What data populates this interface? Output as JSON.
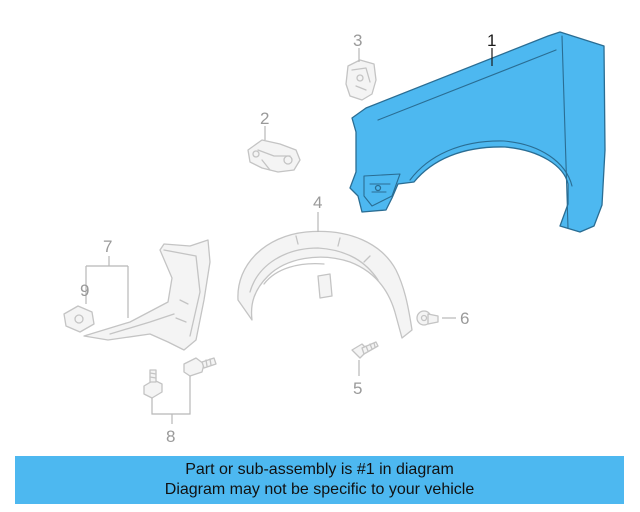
{
  "diagram": {
    "callouts": {
      "c1": "1",
      "c2": "2",
      "c3": "3",
      "c4": "4",
      "c5": "5",
      "c6": "6",
      "c7": "7",
      "c8": "8",
      "c9": "9"
    },
    "highlighted_part": "1",
    "highlight_color": "#4db8f0",
    "ghost_color": "#c4c4c4"
  },
  "banner": {
    "line1": "Part or sub-assembly is #1 in diagram",
    "line2": "Diagram may not be specific to your vehicle",
    "background": "#4db8f0"
  }
}
